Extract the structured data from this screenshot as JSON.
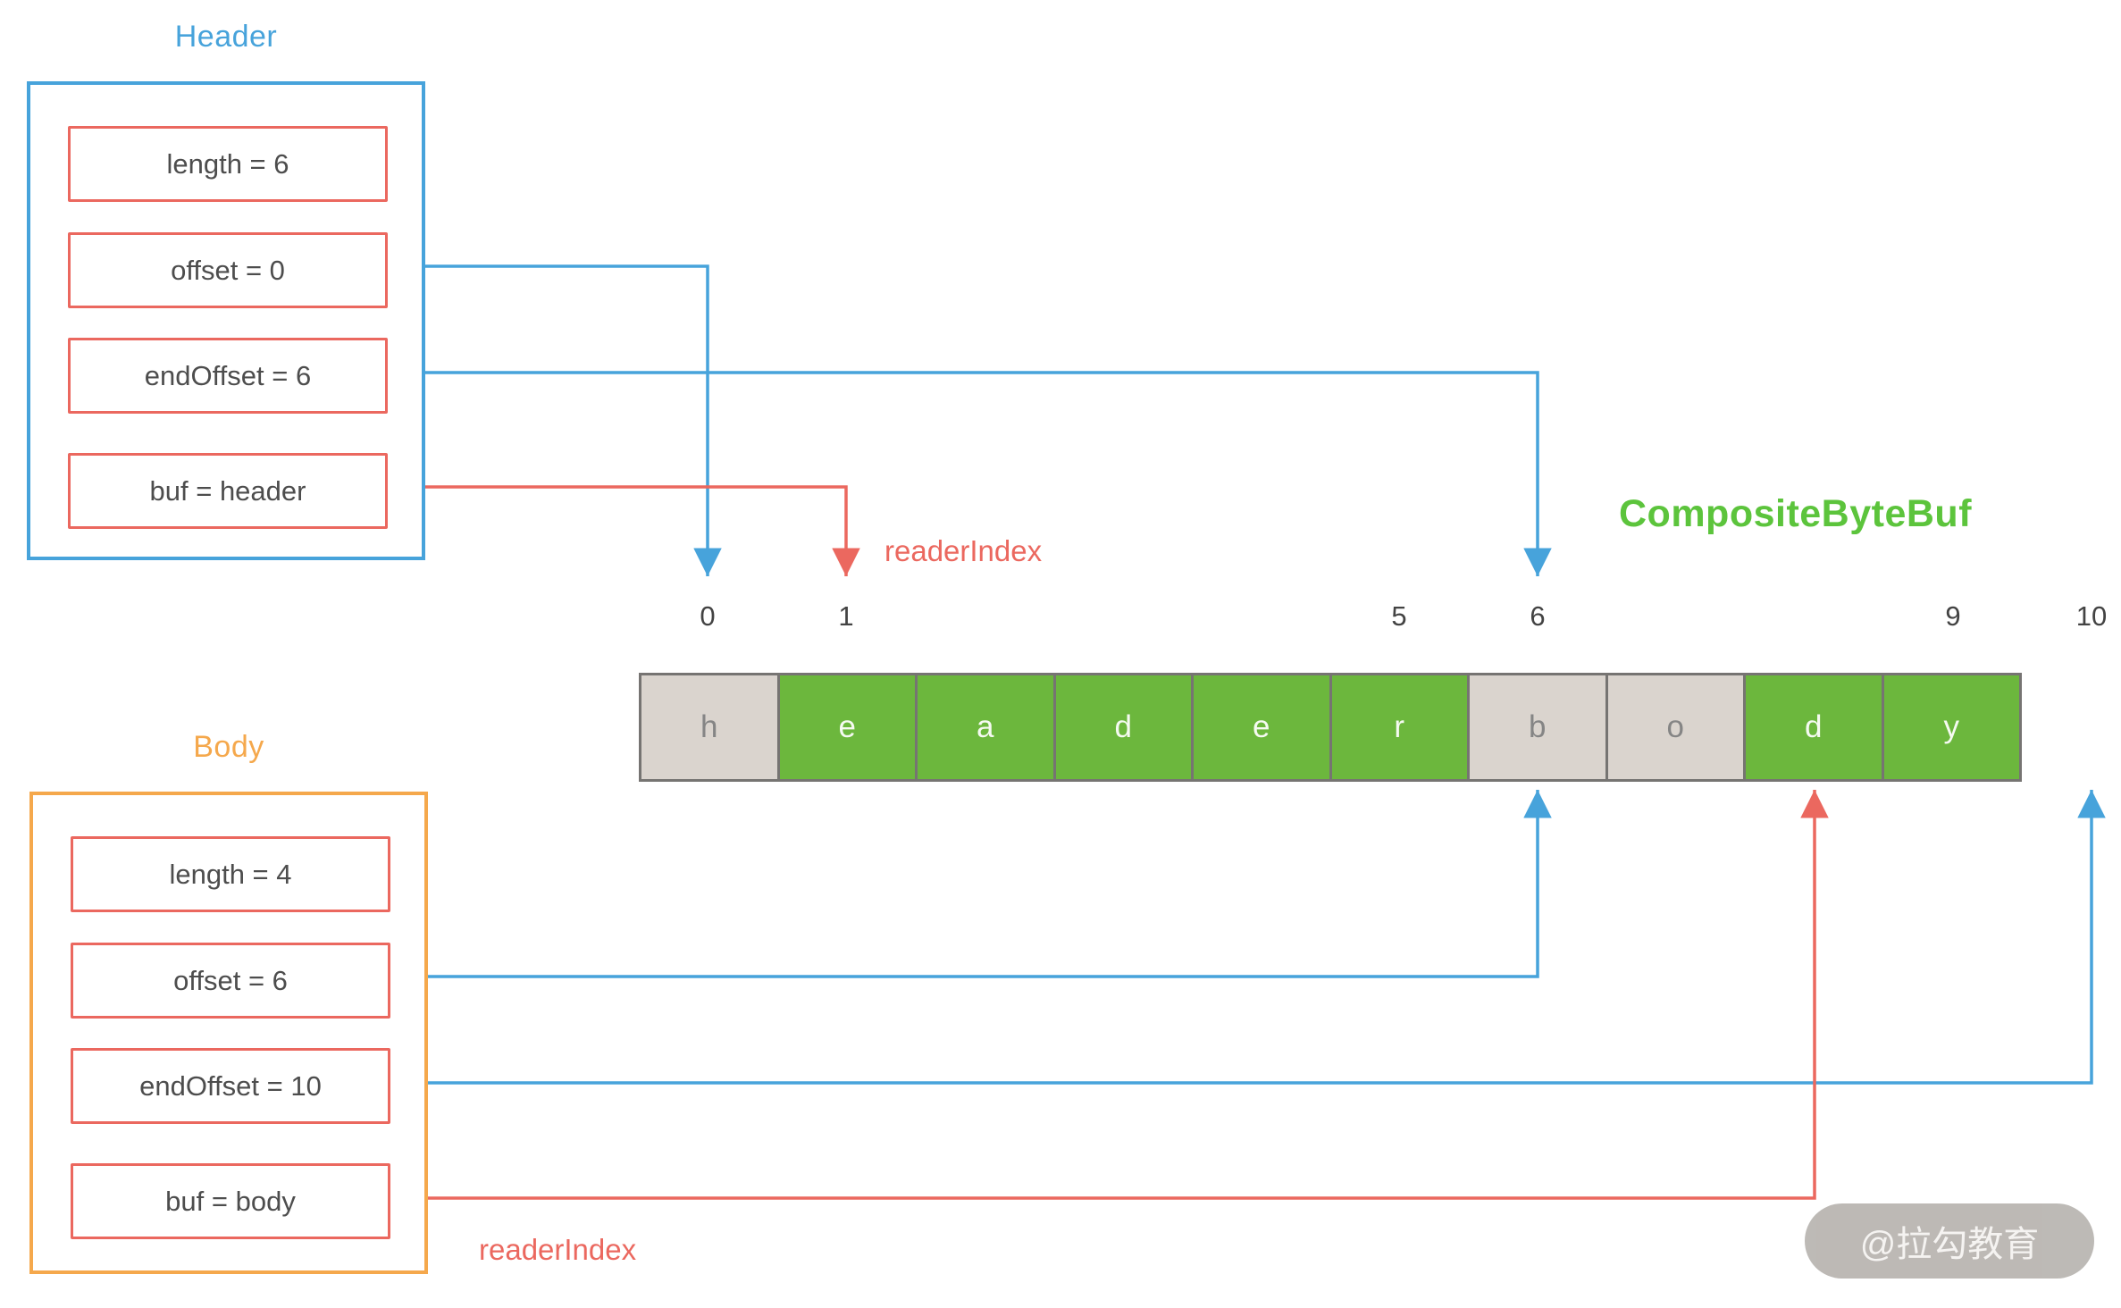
{
  "header_panel": {
    "title": "Header",
    "fields": [
      {
        "label": "length = 6"
      },
      {
        "label": "offset = 0"
      },
      {
        "label": "endOffset = 6"
      },
      {
        "label": "buf = header"
      }
    ]
  },
  "body_panel": {
    "title": "Body",
    "fields": [
      {
        "label": "length = 4"
      },
      {
        "label": "offset = 6"
      },
      {
        "label": "endOffset = 10"
      },
      {
        "label": "buf = body"
      }
    ]
  },
  "buffer": {
    "title": "CompositeByteBuf",
    "index_labels": [
      "0",
      "1",
      "5",
      "6",
      "9",
      "10"
    ],
    "cells": [
      {
        "char": "h",
        "state": "read"
      },
      {
        "char": "e",
        "state": "unread"
      },
      {
        "char": "a",
        "state": "unread"
      },
      {
        "char": "d",
        "state": "unread"
      },
      {
        "char": "e",
        "state": "unread"
      },
      {
        "char": "r",
        "state": "unread"
      },
      {
        "char": "b",
        "state": "read"
      },
      {
        "char": "o",
        "state": "read"
      },
      {
        "char": "d",
        "state": "unread"
      },
      {
        "char": "y",
        "state": "unread"
      }
    ]
  },
  "annotations": {
    "reader_index_top": "readerIndex",
    "reader_index_bottom": "readerIndex"
  },
  "watermark": "@拉勾教育",
  "colors": {
    "blue": "#47A3DB",
    "red": "#EB685F",
    "orange": "#F5A84C",
    "green_text": "#5CC43C",
    "cell_green": "#6CB73D",
    "cell_gray": "#DAD4CE"
  }
}
